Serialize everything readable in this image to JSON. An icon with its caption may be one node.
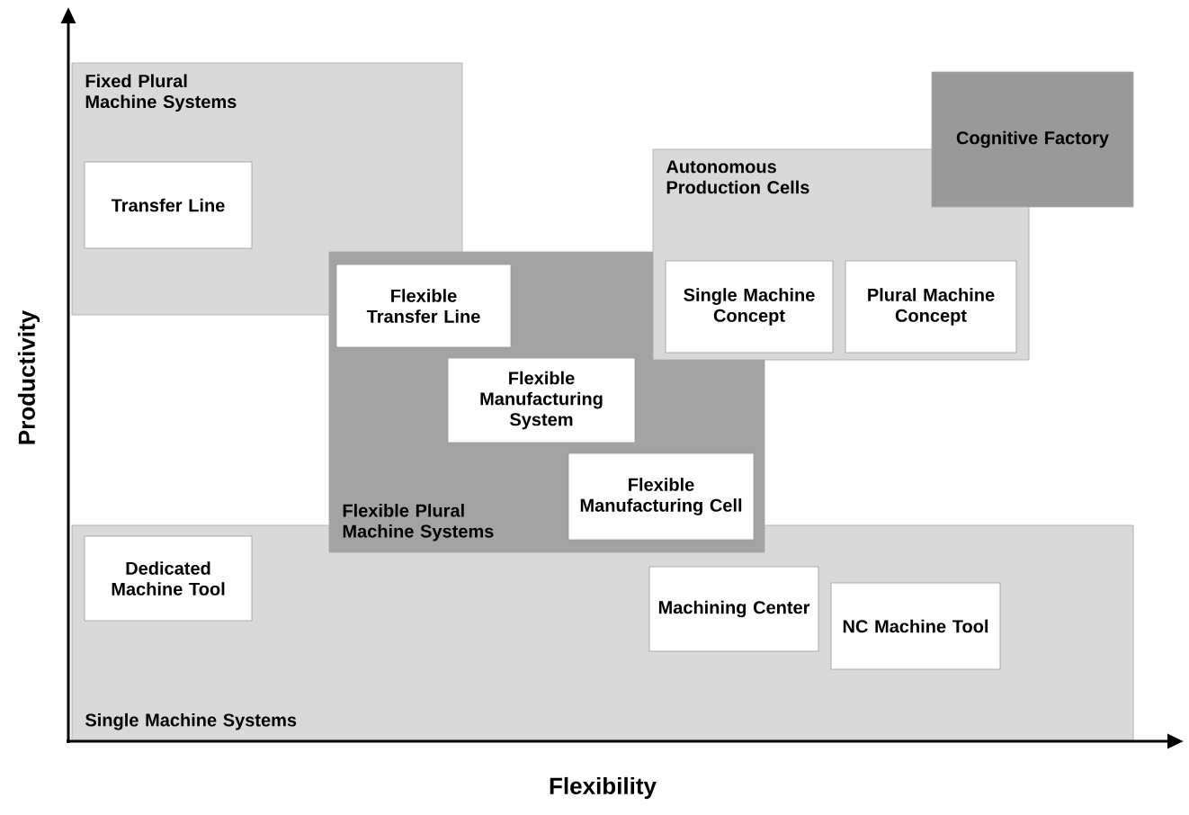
{
  "diagram": {
    "nodes": [
      {
        "text": [
          "Fixed Plural Machine Systems"
        ]
      },
      {
        "text": [
          "Transfer Line"
        ],
        "in": 0
      },
      {
        "text": [
          "Cognitive Factory"
        ]
      },
      {
        "text": [
          "Autonomous Production Cells"
        ]
      },
      {
        "text": [
          "Single Machine Concept"
        ],
        "in": 3
      },
      {
        "text": [
          "Plural Machine Concept"
        ],
        "in": 3
      },
      {
        "text": [
          "Flexible Plural Machine Systems"
        ]
      },
      {
        "text": [
          "Flexible Transfer Line"
        ],
        "in": 6
      },
      {
        "text": [
          "Flexible Manufacturing System"
        ],
        "in": 6
      },
      {
        "text": [
          "Flexible Manufacturing Cell"
        ],
        "in": 6
      },
      {
        "text": [
          "Single Machine Systems"
        ]
      },
      {
        "text": [
          "Dedicated Machine Tool"
        ],
        "in": 10
      },
      {
        "text": [
          "Machining Center"
        ],
        "in": 10
      },
      {
        "text": [
          "NC Machine Tool"
        ],
        "in": 10
      }
    ],
    "labels": [
      "Productivity",
      "Flexibility"
    ]
  }
}
